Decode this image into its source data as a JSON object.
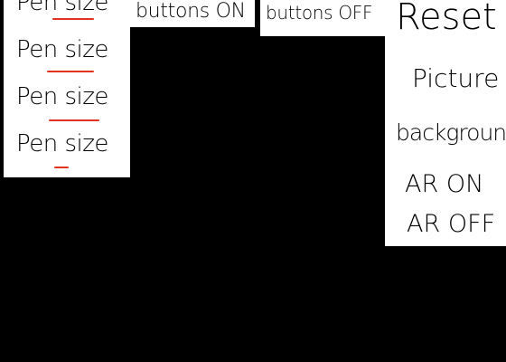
{
  "pen_sizes": [
    {
      "label": "Pen size"
    },
    {
      "label": "Pen size"
    },
    {
      "label": "Pen size"
    },
    {
      "label": "Pen size"
    }
  ],
  "buttons_on_label": "buttons ON",
  "buttons_off_label": "buttons OFF",
  "menu": {
    "reset": "Reset",
    "picture": "Picture",
    "background": "background",
    "ar_on": "AR ON",
    "ar_off": "AR OFF"
  },
  "colors": {
    "canvas": "#000000",
    "panel": "#ffffff",
    "pen_indicator": "#e0321e"
  }
}
